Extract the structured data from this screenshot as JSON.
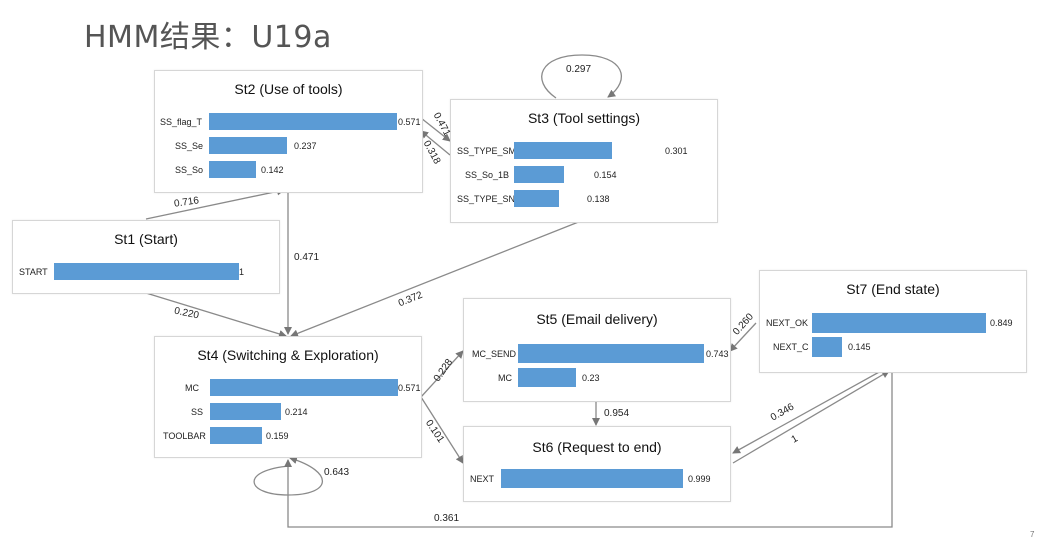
{
  "title": "HMM结果：U19a",
  "states": {
    "st1": {
      "title": "St1 (Start)",
      "rows": [
        {
          "label": "START",
          "value": 1,
          "text": "1"
        }
      ]
    },
    "st2": {
      "title": "St2 (Use of tools)",
      "rows": [
        {
          "label": "SS_flag_T",
          "value": 0.571,
          "text": "0.571"
        },
        {
          "label": "SS_Se",
          "value": 0.237,
          "text": "0.237"
        },
        {
          "label": "SS_So",
          "value": 0.142,
          "text": "0.142"
        }
      ]
    },
    "st3": {
      "title": "St3 (Tool settings)",
      "rows": [
        {
          "label": "SS_TYPE_SM",
          "value": 0.301,
          "text": "0.301"
        },
        {
          "label": "SS_So_1B",
          "value": 0.154,
          "text": "0.154"
        },
        {
          "label": "SS_TYPE_SN",
          "value": 0.138,
          "text": "0.138"
        }
      ]
    },
    "st4": {
      "title": "St4 (Switching & Exploration)",
      "rows": [
        {
          "label": "MC",
          "value": 0.571,
          "text": "0.571"
        },
        {
          "label": "SS",
          "value": 0.214,
          "text": "0.214"
        },
        {
          "label": "TOOLBAR",
          "value": 0.159,
          "text": "0.159"
        }
      ]
    },
    "st5": {
      "title": "St5 (Email delivery)",
      "rows": [
        {
          "label": "MC_SEND",
          "value": 0.743,
          "text": "0.743"
        },
        {
          "label": "MC",
          "value": 0.23,
          "text": "0.23"
        }
      ]
    },
    "st6": {
      "title": "St6 (Request to end)",
      "rows": [
        {
          "label": "NEXT",
          "value": 0.999,
          "text": "0.999"
        }
      ]
    },
    "st7": {
      "title": "St7 (End state)",
      "rows": [
        {
          "label": "NEXT_OK",
          "value": 0.849,
          "text": "0.849"
        },
        {
          "label": "NEXT_C",
          "value": 0.145,
          "text": "0.145"
        }
      ]
    }
  },
  "transitions": {
    "st1_st2": "0.716",
    "st1_st4": "0.220",
    "st2_st3": "0.471",
    "st3_st2": "0.318",
    "st3_self": "0.297",
    "st2_st4": "0.471",
    "st3_st4": "0.372",
    "st4_self": "0.643",
    "st4_st5": "0.228",
    "st4_st6": "0.101",
    "st5_st6": "0.954",
    "st7_st5": "0.260",
    "st7_st6": "0.346",
    "st6_st7": "1",
    "st7_st4": "0.361"
  },
  "corner_mark": "7"
}
